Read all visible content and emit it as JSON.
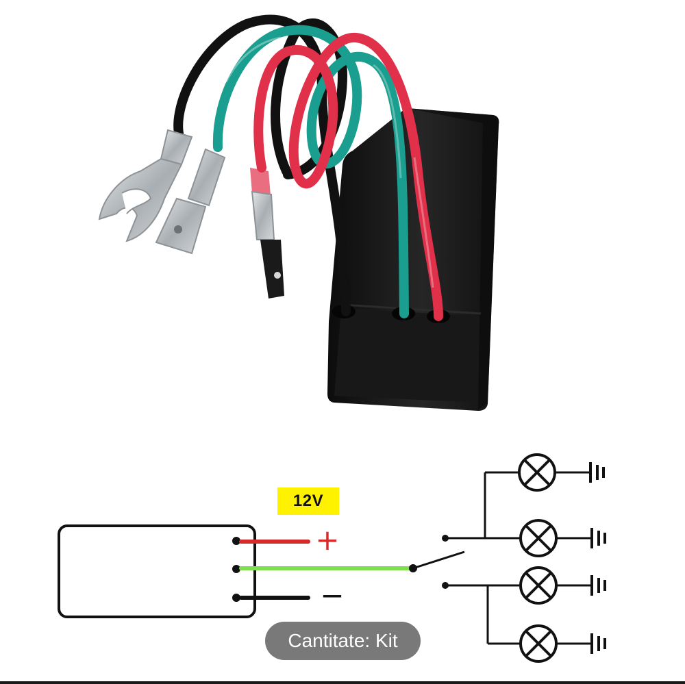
{
  "product": {
    "housing_color": "#1b1b1b",
    "wire_colors": {
      "black": "#111111",
      "green": "#1a9e8f",
      "red": "#e0304a"
    },
    "terminal_color": "#bfc4c8"
  },
  "diagram": {
    "voltage_label": "12V",
    "positive_symbol": "+",
    "negative_symbol": "−",
    "wire_colors": {
      "positive": "#d42a2a",
      "signal": "#7ee04c",
      "negative": "#111111"
    },
    "badge_color": "#fff200",
    "lamp_count": 4
  },
  "overlay": {
    "quantity_label": "Cantitate: Kit"
  }
}
